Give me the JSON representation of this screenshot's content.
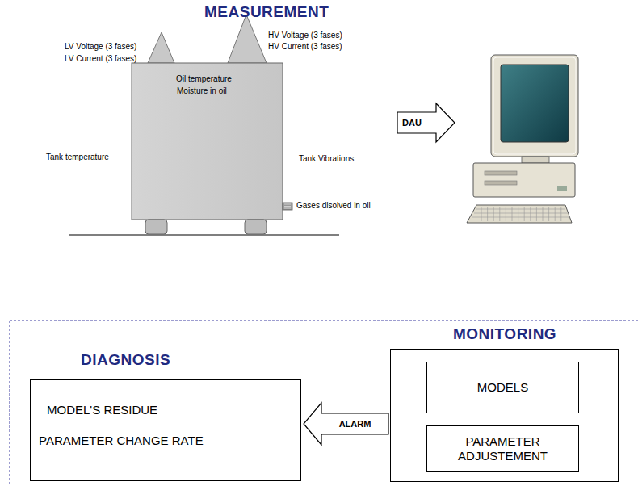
{
  "diagram": {
    "title": "MEASUREMENT",
    "nodes": [
      {
        "text": [
          "DIAGNOSIS",
          "MODEL'S RESIDUE",
          "PARAMETER CHANGE RATE"
        ]
      },
      {
        "text": [
          "MONITORING"
        ]
      },
      {
        "text": [
          "MODELS"
        ],
        "in": 1
      },
      {
        "text": [
          "PARAMETER ADJUSTEMENT"
        ],
        "in": 1
      }
    ],
    "edges": [
      {
        "from": 3,
        "to": 2,
        "arrow": "to"
      },
      {
        "from": 1,
        "to": 0,
        "label": "ALARM",
        "arrow": "to"
      }
    ],
    "labels": [
      "LV Voltage (3 fases)",
      "LV Current (3 fases)",
      "HV Voltage (3 fases)",
      "HV Current (3 fases)",
      "Oil temperature",
      "Moisture in oil",
      "Tank temperature",
      "Tank Vibrations",
      "Gases disolved in oil",
      "DAU"
    ]
  }
}
